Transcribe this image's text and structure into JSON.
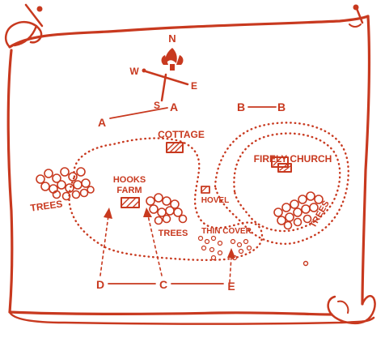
{
  "ink_color": "#c8391f",
  "background": "#ffffff",
  "compass": {
    "north": "N",
    "south": "S",
    "east": "E",
    "west": "W"
  },
  "lines": {
    "a_left": "A",
    "a_right": "A",
    "b_left": "B",
    "b_right": "B",
    "d": "D",
    "c": "C",
    "e": "E"
  },
  "places": {
    "cottage": "COTTAGE",
    "firely_church": "FIRELY CHURCH",
    "hooks_line1": "HOOKS",
    "hooks_line2": "FARM",
    "hovel": "HOVEL",
    "trees_left": "TREES",
    "trees_center": "TREES",
    "trees_right": "TREES",
    "thin_cover": "THIN COVER"
  },
  "icons": [
    "scroll-frame",
    "compass-rose",
    "tree-cluster",
    "building",
    "arrow"
  ]
}
